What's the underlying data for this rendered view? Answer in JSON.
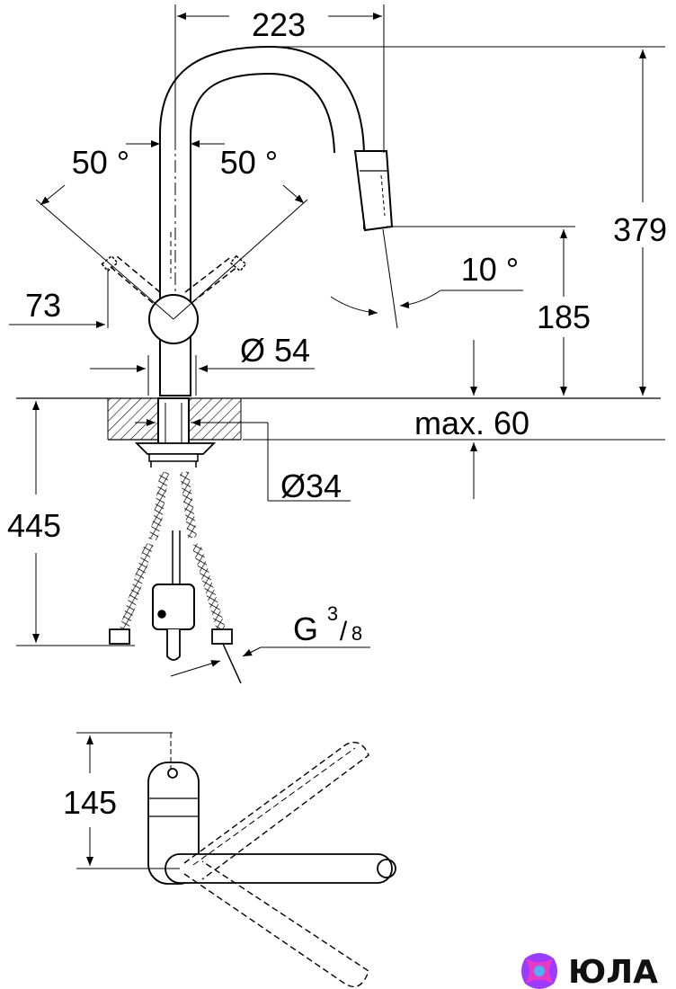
{
  "dimensions": {
    "width_top": "223",
    "height_total": "379",
    "angle_left": "50 °",
    "angle_right": "50 °",
    "handle_offset": "73",
    "spout_angle": "10 °",
    "spout_height": "185",
    "body_diameter": "Ø 54",
    "max_thickness": "max. 60",
    "hole_diameter": "Ø34",
    "hose_length": "445",
    "thread_main": "G",
    "thread_num": "3",
    "thread_den": "8",
    "depth_top_view": "145"
  },
  "logo": {
    "text": "ЮЛА",
    "colors": [
      "#3b5bff",
      "#9b3bff",
      "#ff3bb0",
      "#27d3ff"
    ]
  }
}
